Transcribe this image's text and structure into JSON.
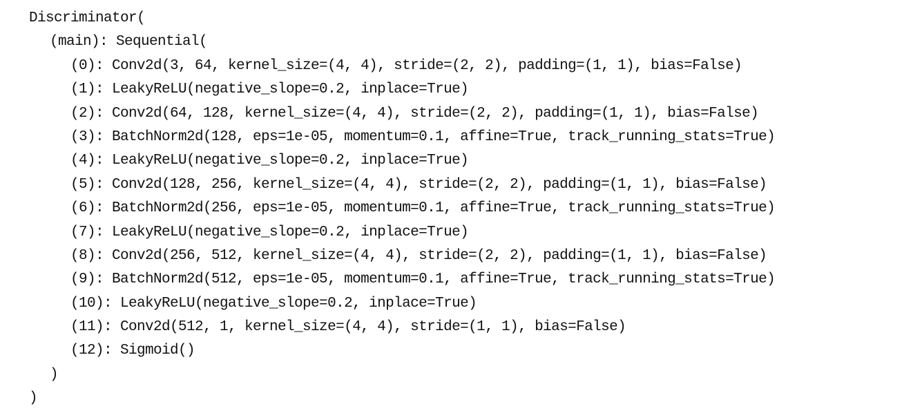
{
  "output": {
    "lines": [
      {
        "indent": 0,
        "text": "Discriminator("
      },
      {
        "indent": 1,
        "text": "(main): Sequential("
      },
      {
        "indent": 2,
        "text": "(0): Conv2d(3, 64, kernel_size=(4, 4), stride=(2, 2), padding=(1, 1), bias=False)"
      },
      {
        "indent": 2,
        "text": "(1): LeakyReLU(negative_slope=0.2, inplace=True)"
      },
      {
        "indent": 2,
        "text": "(2): Conv2d(64, 128, kernel_size=(4, 4), stride=(2, 2), padding=(1, 1), bias=False)"
      },
      {
        "indent": 2,
        "text": "(3): BatchNorm2d(128, eps=1e-05, momentum=0.1, affine=True, track_running_stats=True)"
      },
      {
        "indent": 2,
        "text": "(4): LeakyReLU(negative_slope=0.2, inplace=True)"
      },
      {
        "indent": 2,
        "text": "(5): Conv2d(128, 256, kernel_size=(4, 4), stride=(2, 2), padding=(1, 1), bias=False)"
      },
      {
        "indent": 2,
        "text": "(6): BatchNorm2d(256, eps=1e-05, momentum=0.1, affine=True, track_running_stats=True)"
      },
      {
        "indent": 2,
        "text": "(7): LeakyReLU(negative_slope=0.2, inplace=True)"
      },
      {
        "indent": 2,
        "text": "(8): Conv2d(256, 512, kernel_size=(4, 4), stride=(2, 2), padding=(1, 1), bias=False)"
      },
      {
        "indent": 2,
        "text": "(9): BatchNorm2d(512, eps=1e-05, momentum=0.1, affine=True, track_running_stats=True)"
      },
      {
        "indent": 2,
        "text": "(10): LeakyReLU(negative_slope=0.2, inplace=True)"
      },
      {
        "indent": 2,
        "text": "(11): Conv2d(512, 1, kernel_size=(4, 4), stride=(1, 1), bias=False)"
      },
      {
        "indent": 2,
        "text": "(12): Sigmoid()"
      },
      {
        "indent": 1,
        "text": ")"
      },
      {
        "indent": 0,
        "text": ")"
      }
    ]
  }
}
